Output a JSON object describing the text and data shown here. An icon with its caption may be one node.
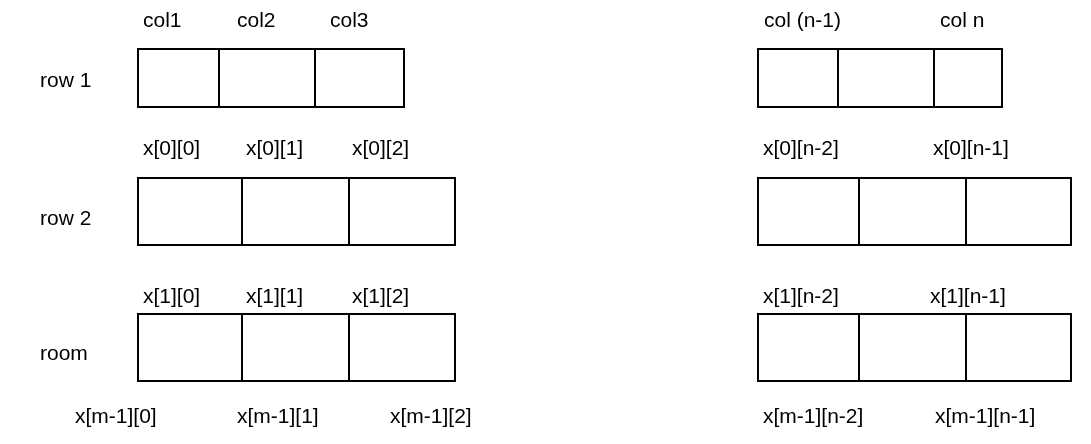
{
  "diagram": {
    "labels": [
      "col1",
      "col2",
      "col3",
      "col (n-1)",
      "col n",
      "row 1",
      "x[0][0]",
      "x[0][1]",
      "x[0][2]",
      "x[0][n-2]",
      "x[0][n-1]",
      "row 2",
      "x[1][0]",
      "x[1][1]",
      "x[1][2]",
      "x[1][n-2]",
      "x[1][n-1]",
      "room",
      "x[m-1][0]",
      "x[m-1][1]",
      "x[m-1][2]",
      "x[m-1][n-2]",
      "x[m-1][n-1]"
    ]
  }
}
